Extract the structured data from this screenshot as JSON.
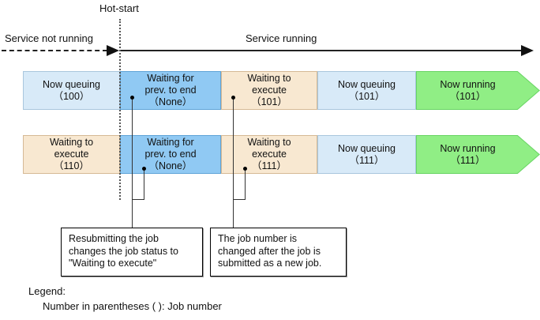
{
  "hot_start": {
    "label": "Hot-start"
  },
  "axis": {
    "not_running_label": "Service not running",
    "running_label": "Service running"
  },
  "rows": [
    {
      "segments": [
        {
          "type": "rect",
          "color": "lightblue",
          "status": "Now queuing",
          "job_number": "100",
          "lines": [
            "Now queuing",
            "（100）"
          ]
        },
        {
          "type": "rect",
          "color": "blue",
          "status": "Waiting for prev. to end",
          "job_number": "None",
          "lines": [
            "Waiting for",
            "prev. to end",
            "（None）"
          ]
        },
        {
          "type": "rect",
          "color": "tan",
          "status": "Waiting to execute",
          "job_number": "101",
          "lines": [
            "Waiting to",
            "execute",
            "（101）"
          ]
        },
        {
          "type": "rect",
          "color": "lightblue",
          "status": "Now queuing",
          "job_number": "101",
          "lines": [
            "Now queuing",
            "（101）"
          ]
        },
        {
          "type": "arrow",
          "color": "green",
          "status": "Now running",
          "job_number": "101",
          "lines": [
            "Now running",
            "（101）"
          ]
        }
      ]
    },
    {
      "segments": [
        {
          "type": "rect",
          "color": "tan",
          "status": "Waiting to execute",
          "job_number": "110",
          "lines": [
            "Waiting to",
            "execute",
            "（110）"
          ]
        },
        {
          "type": "rect",
          "color": "blue",
          "status": "Waiting for prev. to end",
          "job_number": "None",
          "lines": [
            "Waiting for",
            "prev. to end",
            "（None）"
          ]
        },
        {
          "type": "rect",
          "color": "tan",
          "status": "Waiting to execute",
          "job_number": "111",
          "lines": [
            "Waiting to",
            "execute",
            "（111）"
          ]
        },
        {
          "type": "rect",
          "color": "lightblue",
          "status": "Now queuing",
          "job_number": "111",
          "lines": [
            "Now queuing",
            "（111）"
          ]
        },
        {
          "type": "arrow",
          "color": "green",
          "status": "Now running",
          "job_number": "111",
          "lines": [
            "Now running",
            "（111）"
          ]
        }
      ]
    }
  ],
  "callouts": [
    {
      "lines": [
        "Resubmitting the job",
        "changes the job status to",
        "\"Waiting to execute\""
      ]
    },
    {
      "lines": [
        "The job number is",
        "changed after the job is",
        "submitted as a new job."
      ]
    }
  ],
  "legend": {
    "title": "Legend:",
    "entry": "Number in parentheses ( ): Job number"
  },
  "colors": {
    "light_blue": "#d8eaf8",
    "dark_blue": "#90c9f3",
    "tan": "#f8e8d1",
    "green": "#90ee85",
    "line": "#222222"
  }
}
